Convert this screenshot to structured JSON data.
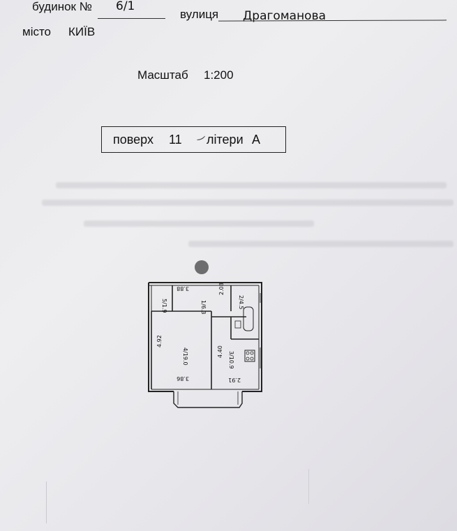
{
  "header": {
    "building_label": "будинок №",
    "building_number": "6/1",
    "street_label": "вулиця",
    "street_name": "Драгоманова",
    "city_label": "місто",
    "city_name": "КИЇВ"
  },
  "scale": {
    "label": "Масштаб",
    "value": "1:200"
  },
  "floor": {
    "label": "поверх",
    "number": "11",
    "letter_label": "літери",
    "letter": "А"
  },
  "plan": {
    "rooms": [
      {
        "number": "5",
        "area": "1.9"
      },
      {
        "number": "1",
        "area": "6.3"
      },
      {
        "number": "2",
        "area": "4.5"
      },
      {
        "number": "4",
        "area": "19.0"
      },
      {
        "number": "3",
        "area": "10.9"
      }
    ],
    "dimensions": {
      "top_hall": "3.88",
      "corridor_depth": "2.08",
      "room_depth": "4.92",
      "room_width": "3.86",
      "kitchen_depth": "4.40",
      "kitchen_width": "2.91"
    }
  },
  "colors": {
    "paper": "#e8e8ec",
    "ink": "#111111"
  }
}
